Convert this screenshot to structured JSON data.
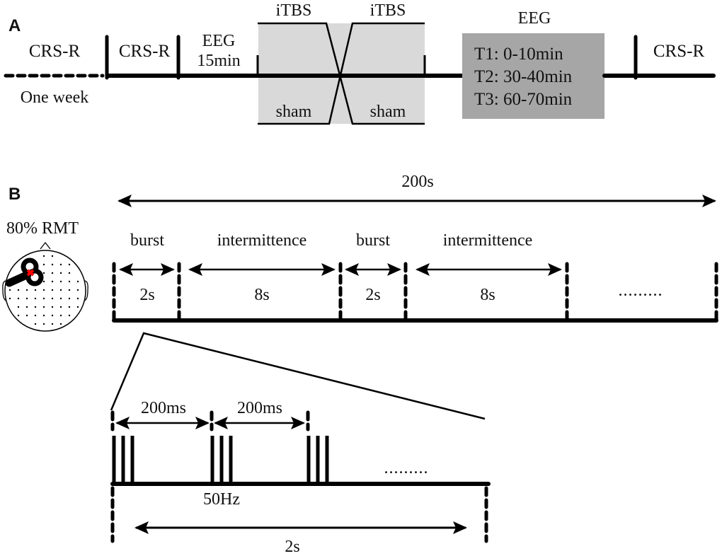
{
  "panels": {
    "a": {
      "label": "A",
      "baseline_crs": "CRS-R",
      "baseline_duration": "One week",
      "pre_crs": "CRS-R",
      "eeg_pre_line1": "EEG",
      "eeg_pre_line2": "15min",
      "stim_top_left": "iTBS",
      "stim_top_right": "iTBS",
      "stim_bottom_left": "sham",
      "stim_bottom_right": "sham",
      "eeg_post_title": "EEG",
      "eeg_post_times": [
        "T1: 0-10min",
        "T2: 30-40min",
        "T3: 60-70min"
      ],
      "post_crs": "CRS-R",
      "colors": {
        "stim_region": "#d9d9d9",
        "eeg_box": "#a6a6a6"
      }
    },
    "b": {
      "label": "B",
      "intensity": "80% RMT",
      "total_duration": "200s",
      "segments": [
        {
          "name": "burst",
          "duration": "2s"
        },
        {
          "name": "intermittence",
          "duration": "8s"
        },
        {
          "name": "burst",
          "duration": "2s"
        },
        {
          "name": "intermittence",
          "duration": "8s"
        }
      ],
      "ellipsis": ".........",
      "inter_burst_1": "200ms",
      "inter_burst_2": "200ms",
      "frequency": "50Hz",
      "burst_train_duration": "2s",
      "burst_ellipsis": ".........",
      "pulses_per_burst": 3,
      "marker_color": "#ff0000"
    }
  }
}
